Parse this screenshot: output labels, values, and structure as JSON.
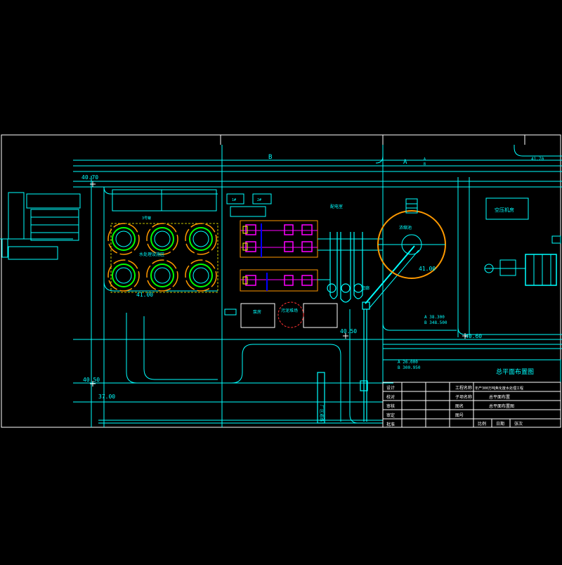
{
  "app": {
    "title": "",
    "colors": {
      "background": "#000000",
      "frame": "#ffffff",
      "cyan": "#00ffff",
      "green": "#00ff00",
      "orange": "#ff9900",
      "magenta": "#ff00ff",
      "yellow": "#ffff00",
      "blue": "#0000ff",
      "red": "#ff3333"
    }
  },
  "labels": {
    "axis_b": "B",
    "axis_a": "A",
    "elev_top_left": "40.70",
    "elev_top_right": "41.70",
    "elev_left_mid": "40.50",
    "elev_left_low": "37.00",
    "elev_center": "40.50",
    "elev_right": "40.60",
    "dim_tanks": "41.00",
    "dim_circle": "41.00",
    "coord_top_a": "A 38.300",
    "coord_top_b": "B 348.500",
    "coord_bottom_a": "A 26.000",
    "coord_bottom_b": "B 300.950",
    "coord_header_a": "A",
    "coord_header_b": "B",
    "tank_area": "水处理设施区",
    "pump_house": "泵房",
    "power_room": "配电室",
    "compressor_room": "空压机房",
    "thickener": "浓缩池",
    "pipe_rack": "管廊",
    "sludge_yard": "污泥堆场",
    "road_label": "厂区道路",
    "tank_small": "3号罐",
    "pump_tag_1": "1#",
    "pump_tag_2": "2#"
  },
  "title_block": {
    "project_label": "工程名称",
    "project_name": "年产300万吨焦化废水处理工程",
    "subproject_label": "子项名称",
    "subproject_name": "总平面布置",
    "drawing_label": "图名",
    "drawing_name": "总平面布置图",
    "drawing_no_label": "图号",
    "scale_label": "比例",
    "date_label": "日期",
    "sheet_label": "张次",
    "rows_left": [
      "设计",
      "校对",
      "审核",
      "审定",
      "批准"
    ],
    "banner": "总平面布置图"
  }
}
